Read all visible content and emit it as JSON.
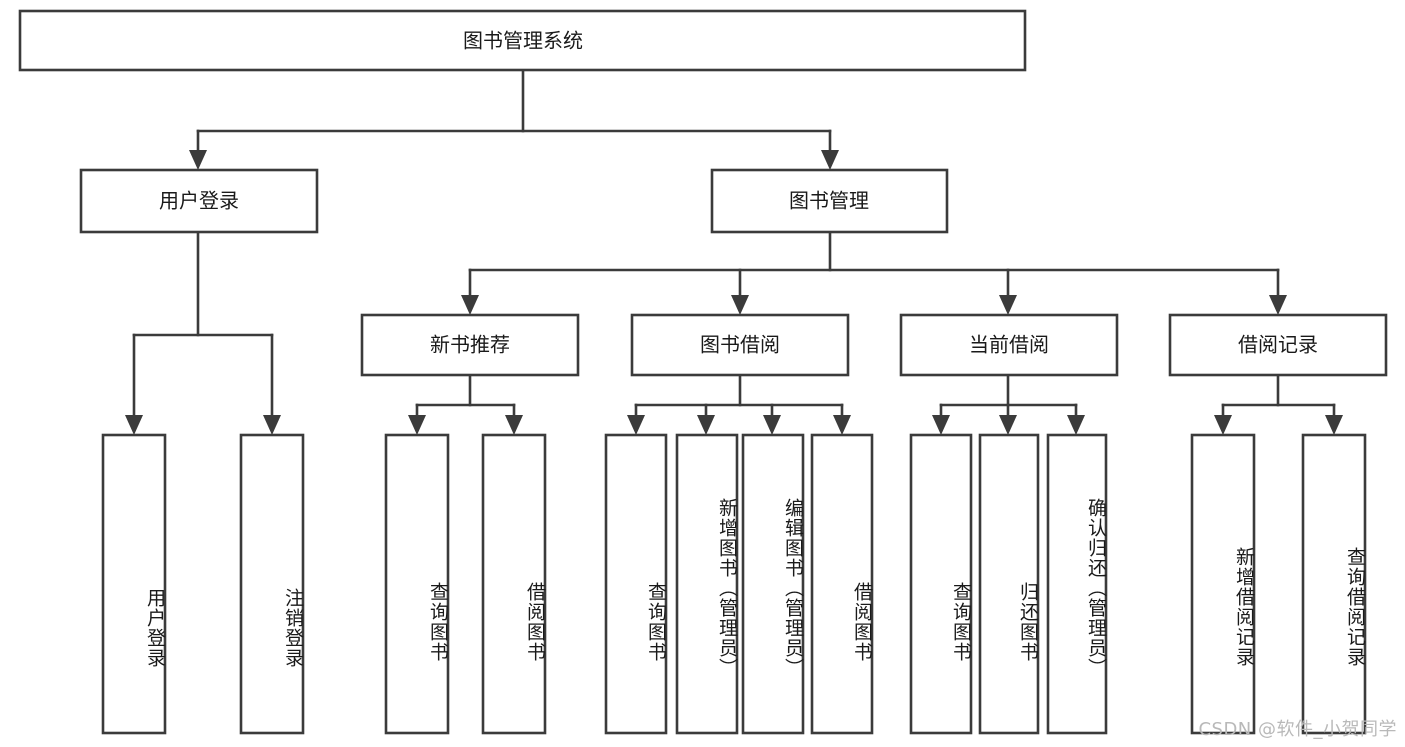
{
  "diagram": {
    "type": "tree-hierarchy",
    "title": "图书管理系统",
    "watermark": "CSDN @软件_小贺同学",
    "colors": {
      "stroke": "#3b3b3b",
      "box_fill": "#ffffff",
      "text": "#1a1a1a",
      "watermark": "#b9b9b9",
      "background": "#ffffff"
    },
    "levels": {
      "root": {
        "label": "图书管理系统"
      },
      "level2": [
        {
          "label": "用户登录"
        },
        {
          "label": "图书管理"
        }
      ],
      "level3": [
        {
          "label": "新书推荐"
        },
        {
          "label": "图书借阅"
        },
        {
          "label": "当前借阅"
        },
        {
          "label": "借阅记录"
        }
      ],
      "leaves_user_login": [
        {
          "label": "用户登录"
        },
        {
          "label": "注销登录"
        }
      ],
      "leaves_new_books": [
        {
          "label": "查询图书"
        },
        {
          "label": "借阅图书"
        }
      ],
      "leaves_borrow": [
        {
          "label": "查询图书"
        },
        {
          "label": "新增图书（管理员）"
        },
        {
          "label": "编辑图书（管理员）"
        },
        {
          "label": "借阅图书"
        }
      ],
      "leaves_current": [
        {
          "label": "查询图书"
        },
        {
          "label": "归还图书"
        },
        {
          "label": "确认归还（管理员）"
        }
      ],
      "leaves_records": [
        {
          "label": "新增借阅记录"
        },
        {
          "label": "查询借阅记录"
        }
      ]
    }
  }
}
